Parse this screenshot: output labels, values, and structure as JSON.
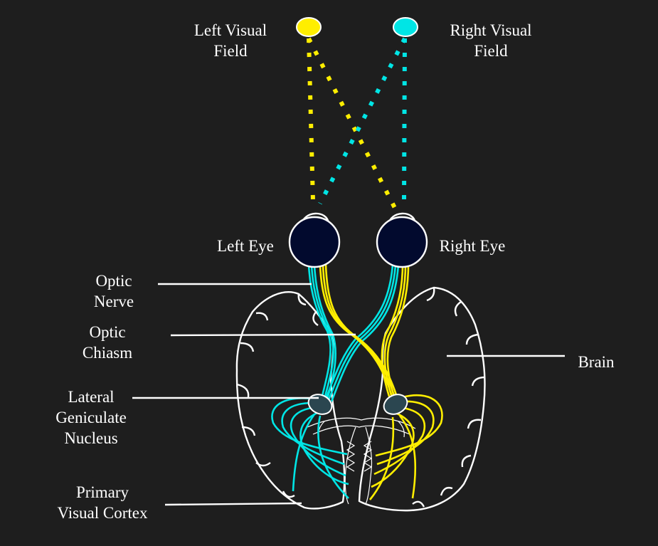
{
  "labels": {
    "left_visual_field": [
      "Left Visual",
      "Field"
    ],
    "right_visual_field": [
      "Right Visual",
      "Field"
    ],
    "left_eye": "Left Eye",
    "right_eye": "Right Eye",
    "optic_nerve": [
      "Optic",
      "Nerve"
    ],
    "optic_chiasm": [
      "Optic",
      "Chiasm"
    ],
    "lgn": [
      "Lateral",
      "Geniculate",
      "Nucleus"
    ],
    "primary_visual_cortex": [
      "Primary",
      "Visual Cortex"
    ],
    "brain": "Brain"
  },
  "colors": {
    "background": "#1e1e1e",
    "left_field": "#ffee00",
    "right_field": "#00e5e5",
    "eye_fill": "#020a2e",
    "lgn_fill": "#2b4650",
    "outline": "#ffffff"
  }
}
